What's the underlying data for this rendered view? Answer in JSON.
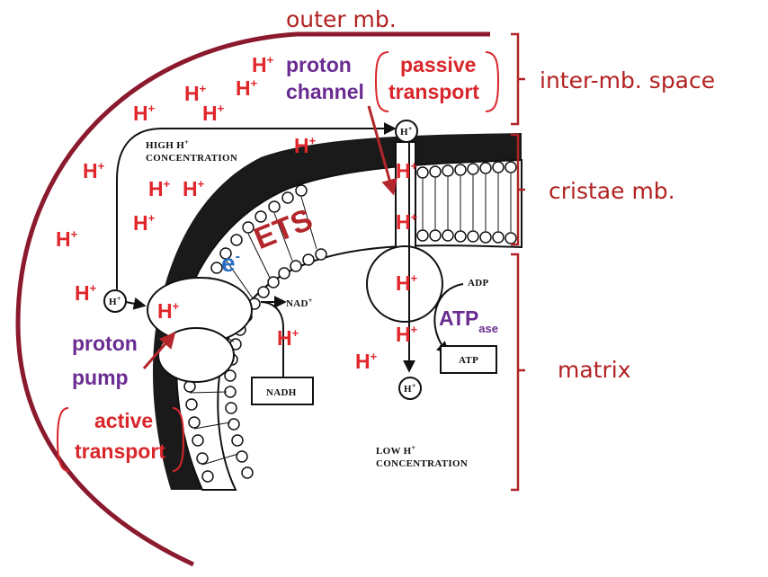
{
  "regions": {
    "outer_membrane": "outer mb.",
    "intermembrane_space": "inter-mb. space",
    "cristae_membrane": "cristae mb.",
    "matrix": "matrix"
  },
  "labels": {
    "proton_channel_1": "proton",
    "proton_channel_2": "channel",
    "passive_transport_1": "passive",
    "passive_transport_2": "transport",
    "proton_pump_1": "proton",
    "proton_pump_2": "pump",
    "active_transport_1": "active",
    "active_transport_2": "transport",
    "ets": "ETS",
    "electron": "e",
    "electron_sup": "-",
    "atpase_main": "ATP",
    "atpase_sub": "ase"
  },
  "proton": {
    "symbol": "H",
    "charge": "+"
  },
  "figure_text": {
    "high_conc_1": "HIGH H",
    "high_conc_sup": "+",
    "high_conc_2": "CONCENTRATION",
    "low_conc_1": "LOW H",
    "low_conc_sup": "+",
    "low_conc_2": "CONCENTRATION",
    "nad": "NAD",
    "nad_sup": "+",
    "nadh": "NADH",
    "adp": "ADP",
    "atp": "ATP",
    "circle_h": "H",
    "circle_h_sup": "+"
  },
  "colors": {
    "bracket": "#b22222",
    "outer_membrane": "#8b1a2e",
    "proton_text": "#e0262b",
    "purple_label": "#6a2c91",
    "electron": "#2b6fc2"
  }
}
